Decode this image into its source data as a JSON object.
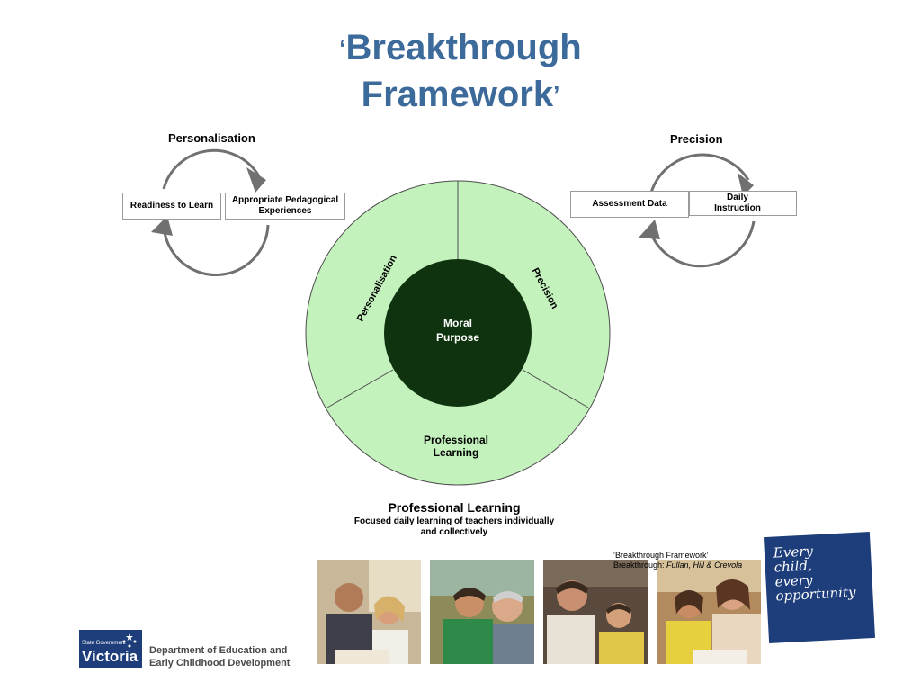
{
  "title": {
    "open_quote": "‘",
    "line1": "Breakthrough",
    "line2": "Framework",
    "close_quote": "’"
  },
  "left_cycle": {
    "heading": "Personalisation",
    "box1": "Readiness to Learn",
    "box2": "Appropriate Pedagogical Experiences"
  },
  "right_cycle": {
    "heading": "Precision",
    "box1": "Assessment Data",
    "box2": "Daily Instruction"
  },
  "wheel": {
    "center_line1": "Moral",
    "center_line2": "Purpose",
    "seg_left": "Personalisation",
    "seg_right": "Precision",
    "seg_bottom_line1": "Professional",
    "seg_bottom_line2": "Learning",
    "colors": {
      "ring": "#c4f2bd",
      "center": "#0e330e",
      "stroke": "#4d4d4d"
    }
  },
  "professional_learning": {
    "title": "Professional Learning",
    "subtitle_line1": "Focused daily learning of teachers individually",
    "subtitle_line2": "and collectively"
  },
  "credit": {
    "line1": "‘Breakthrough Framework’",
    "line2_prefix": "Breakthrough: ",
    "line2_authors": "Fullan, Hill & Crevola"
  },
  "every_child": [
    "Every",
    "child,",
    "every",
    "opportunity"
  ],
  "footer": {
    "logo_small": "State Government",
    "logo_big": "Victoria",
    "dept_line1": "Department of Education and",
    "dept_line2": "Early Childhood Development"
  }
}
